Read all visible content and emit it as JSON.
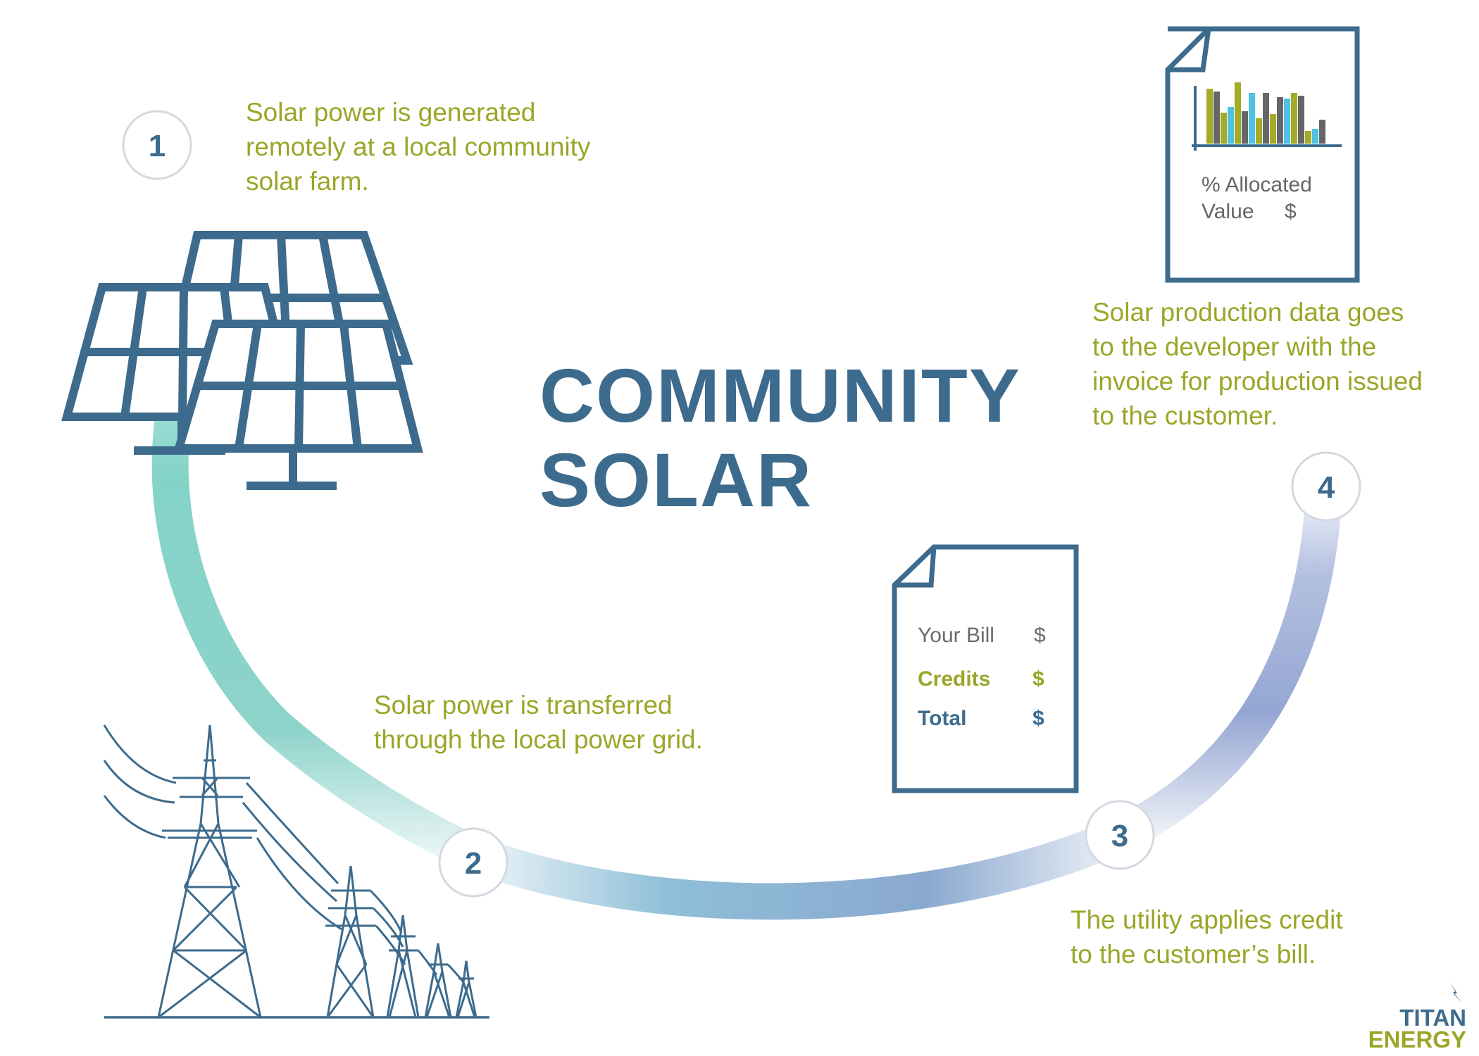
{
  "diagram": {
    "title": {
      "line1": "COMMUNITY",
      "line2": "SOLAR"
    },
    "steps": [
      {
        "number": "1",
        "caption": [
          "Solar power is generated",
          "remotely at a local community",
          "solar farm."
        ]
      },
      {
        "number": "2",
        "caption": [
          "Solar power is transferred",
          "through the local power grid."
        ]
      },
      {
        "number": "3",
        "caption": [
          "The utility applies credit",
          "to the customer’s bill."
        ]
      },
      {
        "number": "4",
        "caption": [
          "Solar production data goes",
          "to the developer with the",
          "invoice for production issued",
          "to the customer."
        ]
      }
    ],
    "invoice_doc": {
      "line1": "% Allocated",
      "line2_label": "Value",
      "line2_symbol": "$"
    },
    "bill_doc": {
      "rows": [
        {
          "label": "Your Bill",
          "symbol": "$"
        },
        {
          "label": "Credits",
          "symbol": "$"
        },
        {
          "label": "Total",
          "symbol": "$"
        }
      ]
    },
    "colors": {
      "primary_blue": "#3d6b8d",
      "caption_olive": "#9aa628",
      "teal": "#84d3c9",
      "periwinkle": "#8a9fcd",
      "bar_olive": "#a3ab28",
      "bar_gray": "#666666",
      "bar_cyan": "#4fc2e3"
    },
    "icons": [
      "solar-panels-icon",
      "transmission-towers-icon",
      "invoice-document-icon",
      "bill-document-icon",
      "titan-energy-logo"
    ]
  },
  "logo": {
    "line1": "TITAN",
    "line2": "ENERGY"
  }
}
